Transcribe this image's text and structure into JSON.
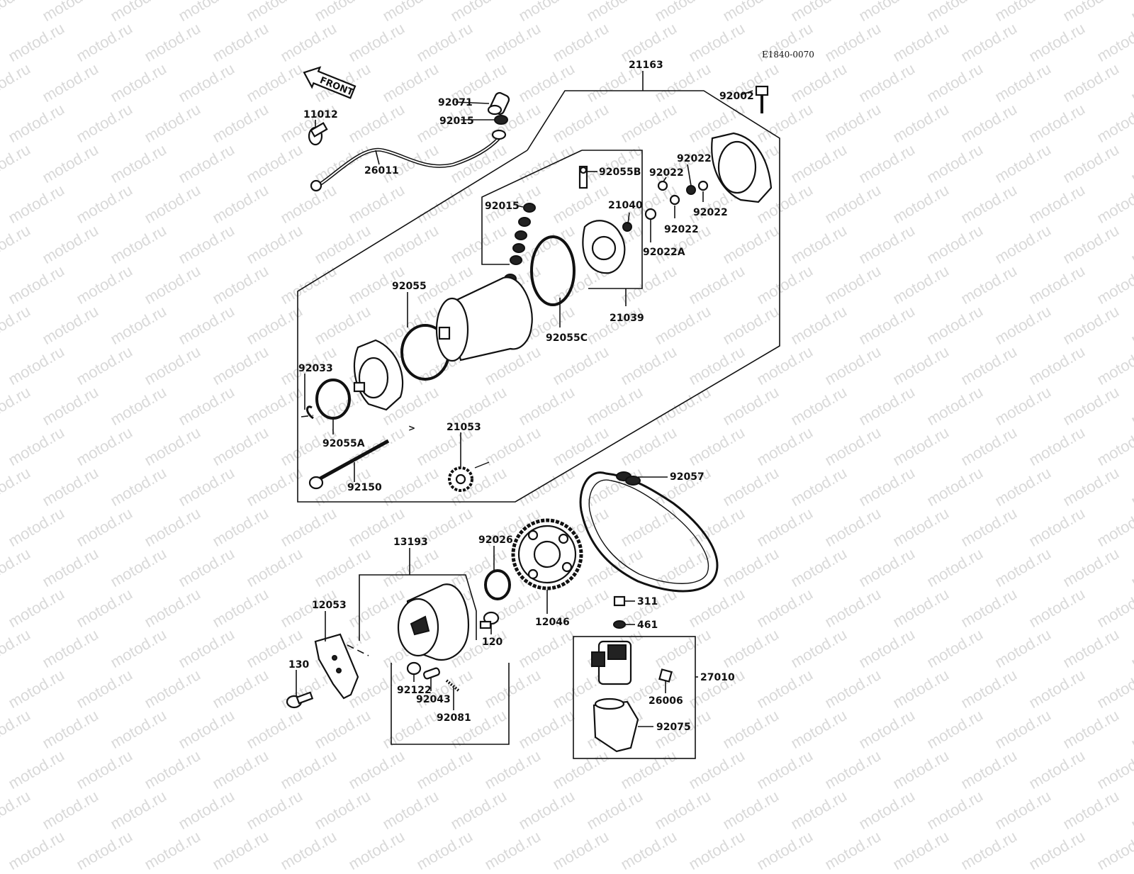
{
  "diagram": {
    "code": "E1840-0070",
    "front_label": "FRONT",
    "watermark": "motod.ru",
    "labels": {
      "p21163": "21163",
      "p92002": "92002",
      "p92071": "92071",
      "p92015a": "92015",
      "p11012": "11012",
      "p26011": "26011",
      "p92015b": "92015",
      "p92055b": "92055B",
      "p21040": "21040",
      "p92022a": "92022",
      "p92022b": "92022",
      "p92022c": "92022",
      "p92022d": "92022",
      "p92022A": "92022A",
      "p21039": "21039",
      "p92055": "92055",
      "p92055c": "92055C",
      "p92033": "92033",
      "p92055a": "92055A",
      "p21053": "21053",
      "p92150": "92150",
      "p92057": "92057",
      "p92026": "92026",
      "p13193": "13193",
      "p12053": "12053",
      "p12046": "12046",
      "p120": "120",
      "p311": "311",
      "p461": "461",
      "p130": "130",
      "p92122": "92122",
      "p92043": "92043",
      "p92081": "92081",
      "p27010": "27010",
      "p26006": "26006",
      "p92075": "92075"
    }
  }
}
